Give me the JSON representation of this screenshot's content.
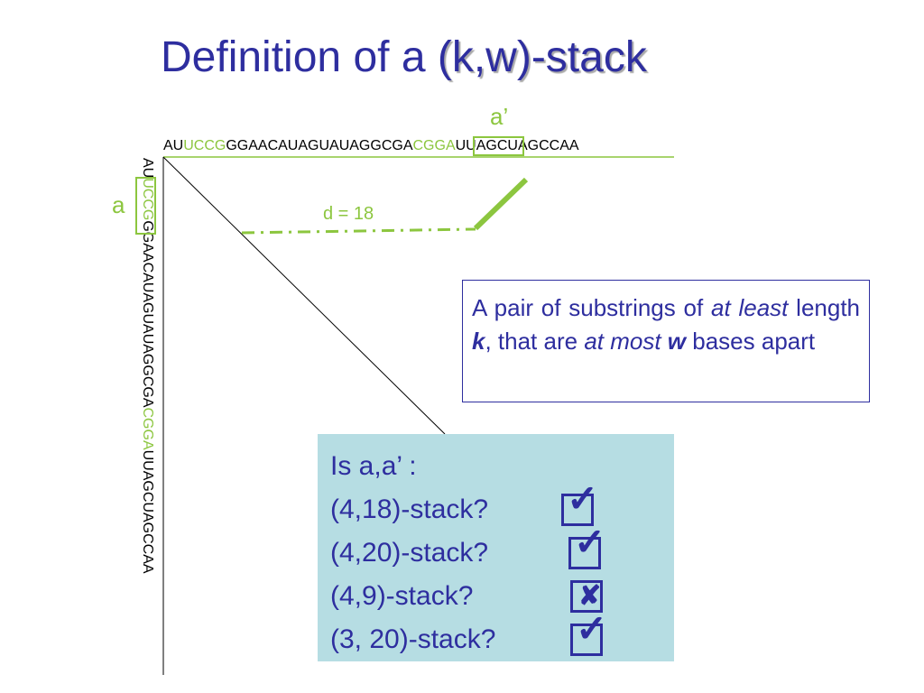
{
  "title": {
    "prefix": "Definition of a ",
    "highlight": "(k,w)-stack"
  },
  "sequence": {
    "pre": "AU",
    "a": "UCCG",
    "mid": "GGAACAUAGUAUAGGCGA",
    "a_prime": "CGGA",
    "post": "UUAGCUAGCCAA"
  },
  "labels": {
    "a": "a",
    "a_prime": "a’",
    "distance": "d = 18"
  },
  "definition": {
    "t1": "A pair of substrings of ",
    "t2": "at least",
    "t3": " length ",
    "t4": "k",
    "t5": ", that are ",
    "t6": "at most",
    "t7": " ",
    "t8": "w",
    "t9": " bases apart"
  },
  "questions": {
    "heading": "Is a,a’ :",
    "items": [
      {
        "text": "(4,18)-stack?",
        "mark": "✓",
        "answer": "yes"
      },
      {
        "text": "(4,20)-stack?",
        "mark": "✓",
        "answer": "yes"
      },
      {
        "text": "(4,9)-stack?",
        "mark": "✘",
        "answer": "no"
      },
      {
        "text": "(3, 20)-stack?",
        "mark": "✓",
        "answer": "yes"
      }
    ]
  },
  "colors": {
    "title": "#2e2e9f",
    "green": "#8cc63f",
    "question_bg": "#b6dde3"
  }
}
